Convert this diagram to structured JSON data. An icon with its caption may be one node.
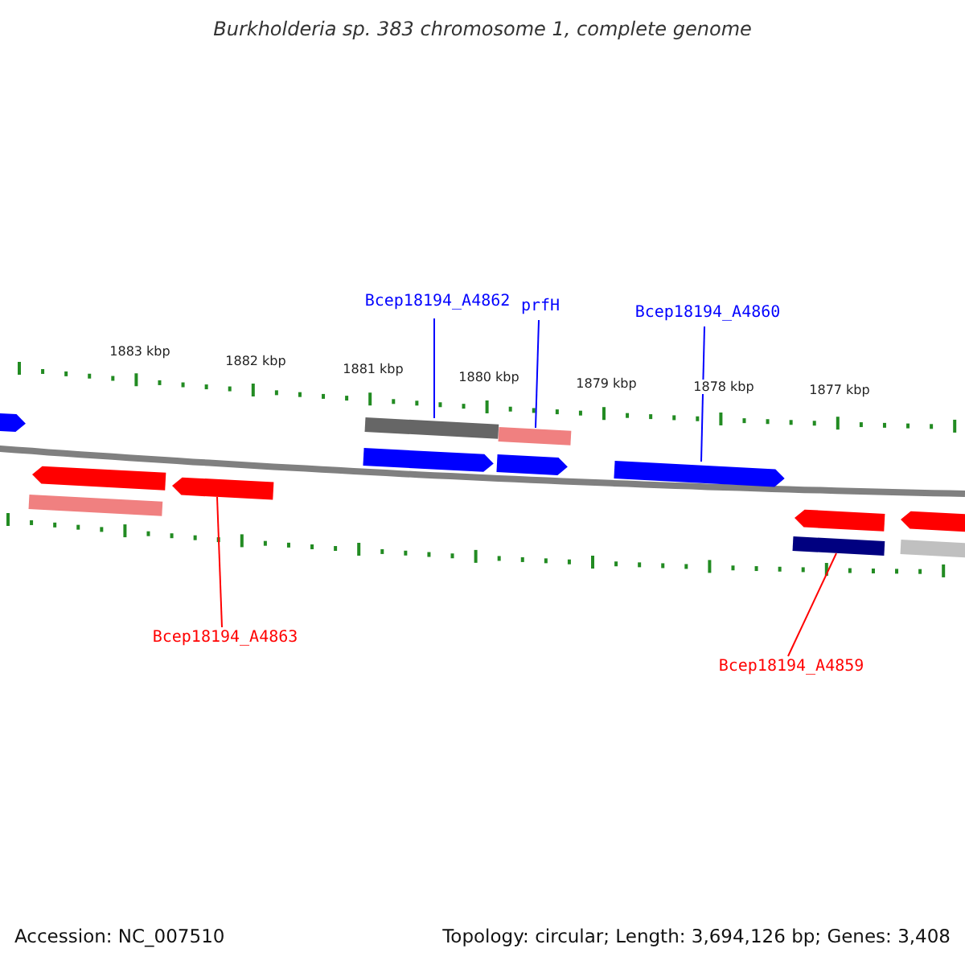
{
  "diagram": {
    "title": "Burkholderia sp. 383 chromosome 1, complete genome",
    "nodes": [
      {
        "text": [
          "Bcep18194_A4862"
        ]
      },
      {
        "text": [
          "prfH"
        ]
      },
      {
        "text": [
          "Bcep18194_A4860"
        ]
      },
      {
        "text": [
          "Bcep18194_A4863"
        ]
      },
      {
        "text": [
          "Bcep18194_A4859"
        ]
      },
      {
        "text": [],
        "shape": "pentagon"
      },
      {
        "text": [],
        "shape": "box"
      },
      {
        "text": [],
        "shape": "pentagon"
      },
      {
        "text": [],
        "shape": "pentagon"
      },
      {
        "text": [],
        "shape": "pentagon"
      },
      {
        "text": [],
        "shape": "box"
      },
      {
        "text": [],
        "shape": "pentagon"
      },
      {
        "text": [],
        "shape": "box"
      },
      {
        "text": [],
        "shape": "pentagon"
      },
      {
        "text": [],
        "shape": "box"
      },
      {
        "text": [],
        "shape": "pentagon"
      },
      {
        "text": [],
        "shape": "pentagon"
      },
      {
        "text": [],
        "shape": "box"
      }
    ],
    "edges": [
      {
        "from": 0,
        "to": 10,
        "arrow": "none"
      },
      {
        "from": 1,
        "to": 12,
        "arrow": "none"
      },
      {
        "from": 2,
        "to": 13,
        "arrow": "none"
      },
      {
        "from": 3,
        "to": 8,
        "arrow": "none",
        "color": "#ff0000"
      },
      {
        "from": 4,
        "to": 14,
        "arrow": "none",
        "color": "#ff0000"
      }
    ],
    "labels": [
      "1883 kbp",
      "1882 kbp",
      "1881 kbp",
      "1880 kbp",
      "1879 kbp",
      "1878 kbp",
      "1877 kbp",
      "Accession: NC_007510",
      "Topology: circular; Length: 3,694,126 bp; Genes: 3,408"
    ]
  }
}
